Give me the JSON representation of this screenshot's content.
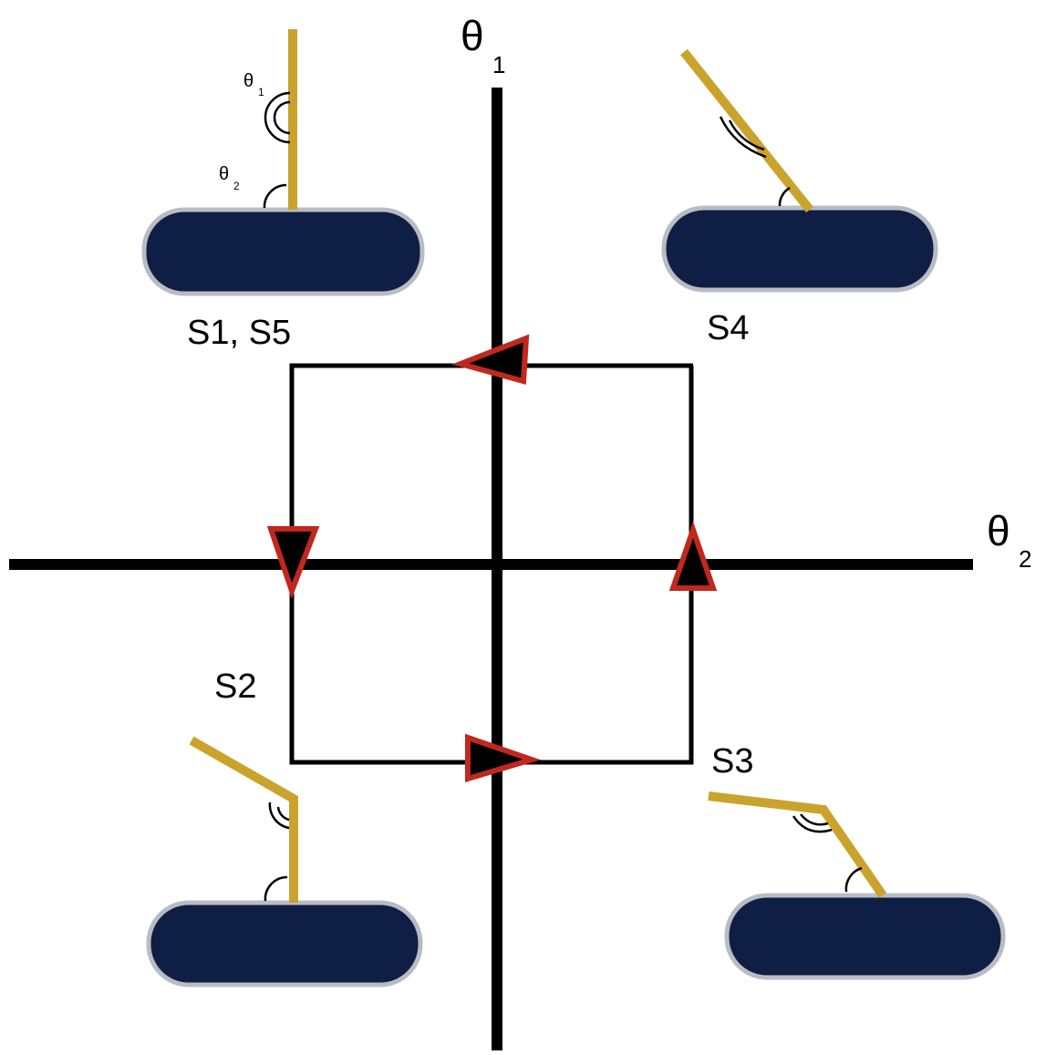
{
  "axes": {
    "vertical": {
      "symbol": "θ",
      "subscript": "1"
    },
    "horizontal": {
      "symbol": "θ",
      "subscript": "2"
    }
  },
  "states": {
    "s1_s5": "S1, S5",
    "s2": "S2",
    "s3": "S3",
    "s4": "S4"
  },
  "inset_angle_labels": {
    "theta1": {
      "symbol": "θ",
      "subscript": "1"
    },
    "theta2": {
      "symbol": "θ",
      "subscript": "2"
    }
  },
  "cycle_order": [
    "S1",
    "S2",
    "S3",
    "S4",
    "S5"
  ],
  "colors": {
    "axis": "#000000",
    "path": "#000000",
    "arrow_fill": "#000000",
    "arrow_outline": "#c0281e",
    "body_fill": "#0f1e45",
    "body_outline": "#b9bcc3",
    "limb": "#c9a32c"
  }
}
